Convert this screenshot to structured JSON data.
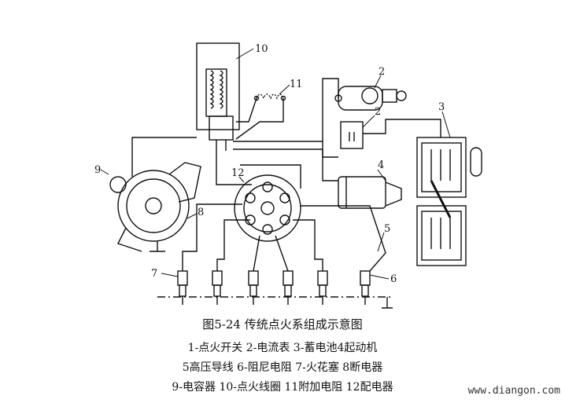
{
  "figure": {
    "title": "图5-24   传统点火系组成示意图",
    "legend_lines": [
      "1-点火开关 2-电流表 3-蓄电池4起动机",
      "5高压导线 6-阻尼电阻 7-火花塞 8断电器",
      "9-电容器 10-点火线圈 11附加电阻 12配电器"
    ],
    "callouts": {
      "c10": "10",
      "c11": "11",
      "c2a": "2",
      "c2b": "2",
      "c3": "3",
      "c4": "4",
      "c9": "9",
      "c12": "12",
      "c8": "8",
      "c5": "5",
      "c7": "7",
      "c6": "6"
    }
  },
  "watermark": "www.diangon.com"
}
